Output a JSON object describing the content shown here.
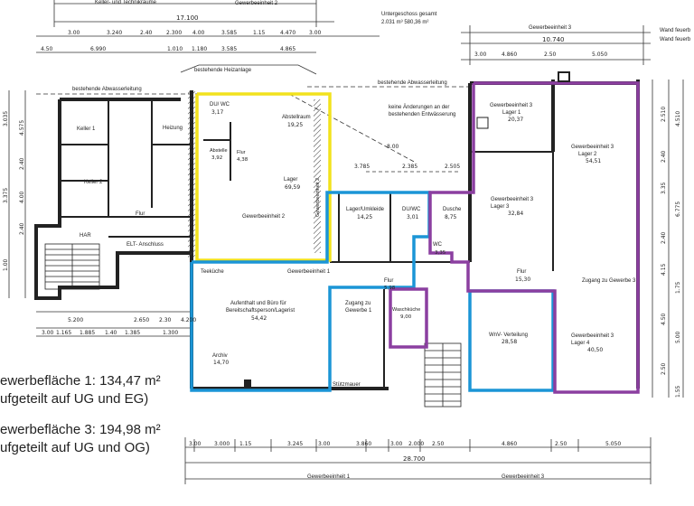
{
  "top": {
    "header_keller": "Keller- und Technikräume",
    "header_gewerbe2": "Gewerbeeinheit 2",
    "header_gewerbe3": "Gewerbeeinheit 3",
    "total_dim": "17.100",
    "ug_total_title": "Untergeschoss gesamt",
    "ug_total_value": "2.031 m³    580,36 m²",
    "wand_label_1": "Wand feuerb",
    "wand_label_2": "Wand feuerb",
    "dim_g3_total": "10.740",
    "dims_row1": [
      "3.00",
      "3.240",
      "2.40",
      "2.300",
      "4.00",
      "3.585",
      "1.15",
      "4.470",
      "3.00"
    ],
    "dims_row2": [
      "4.50",
      "6.990",
      "1.010",
      "1.180",
      "3.585",
      "4.865"
    ],
    "dims_right_top": [
      "3.00",
      "4.860",
      "2.50",
      "5.050"
    ]
  },
  "annotations": {
    "heizanlage": "bestehende Heizanlage",
    "abwasser_1": "bestehende Abwasserleitung",
    "abwasser_2": "bestehende Abwasserleitung",
    "aenderungen_1": "keine Änderungen  an der",
    "aenderungen_2": "bestehenden Entwässerung",
    "stuetzmauer": "Stützmauer",
    "gewerbe1_line": "Gewerbeeinheit 1",
    "teekueche": "Teeküche"
  },
  "rooms": {
    "keller1": "Keller 1",
    "keller2": "Keller 2",
    "heizung": "Heizung",
    "flur_left": "Flur",
    "elt": "ELT- Anschluss",
    "hair": "HAR",
    "du_wc": "DU/ WC",
    "du_wc_area": "3,17",
    "abstellraum": "Abstellraum",
    "abstellraum_area": "19,25",
    "abstelle": "Abstelle",
    "abstelle_area": "3,92",
    "flur_small": "Flur",
    "flur_small_area": "4,38",
    "lager": "Lager",
    "lager_area": "69,59",
    "gewerbe2": "Gewerbeeinheit 2",
    "gewerbe2_vertical": "Gewerbeeinheit 2",
    "lager_umkleide": "Lager/Umkleide",
    "lager_umkleide_area": "14,25",
    "du_wc2": "DU/WC",
    "du_wc2_area": "3,01",
    "dusche": "Dusche",
    "dusche_area": "8,75",
    "wc": "WC",
    "wc_area": "3,35",
    "flur_mid": "Flur",
    "flur_mid_area": "5,98",
    "aufenthalt_1": "Aufenthalt und Büro für",
    "aufenthalt_2": "Bereitschaftsperson/Lagerist",
    "aufenthalt_area": "54,42",
    "archiv": "Archiv",
    "archiv_area": "14,70",
    "zugang1_a": "Zugang zu",
    "zugang1_b": "Gewerbe 1",
    "waschkueche": "Waschküche",
    "waschkueche_area": "9,00",
    "g3_lager1_a": "Gewerbeeinheit 3",
    "g3_lager1_b": "Lager 1",
    "g3_lager1_area": "20,37",
    "g3_lager2_a": "Gewerbeeinheit 3",
    "g3_lager2_b": "Lager 2",
    "g3_lager2_area": "54,51",
    "g3_lager3_a": "Gewerbeeinheit 3",
    "g3_lager3_b": "Lager 3",
    "g3_lager3_area": "32,84",
    "flur_right": "Flur",
    "flur_right_area": "15,30",
    "zugang3": "Zugang zu Gewerbe 3",
    "wnv": "WnV- Verteilung",
    "wnv_area": "28,58",
    "g3_lager4_a": "Gewerbeeinheit 3",
    "g3_lager4_b": "Lager 4",
    "g3_lager4_area": "40,50"
  },
  "left_dims": {
    "top": [
      "3.035",
      "4.575",
      "2.40",
      "3.375",
      "4.00",
      "2.40",
      "1.00"
    ],
    "bottom_row1": [
      "5.200",
      "2.650",
      "2.30",
      "4.200"
    ],
    "bottom_row2": [
      "3.00",
      "1.165",
      "1.885",
      "1.40",
      "1.385",
      "1.300"
    ]
  },
  "bottom": {
    "dims_row": [
      "3.00",
      "3.000",
      "1.15",
      "3.245",
      "3.00",
      "3.860",
      "3.00",
      "2.000",
      "2.50",
      "4.860",
      "2.50",
      "5.050"
    ],
    "total": "28.700",
    "label_g1": "Gewerbeeinheit 1",
    "label_g3": "Gewerbeeinheit 3"
  },
  "right_dims": [
    "2.510",
    "4.510",
    "2.40",
    "3.35",
    "6.775",
    "2.40",
    "4.15",
    "1.75",
    "4.50",
    "5.00",
    "2.50",
    "1.55"
  ],
  "legend": {
    "line1": "ewerbefläche 1: 134,47 m²",
    "line2": "ufgeteilt auf UG und EG)",
    "line3": "ewerbefläche 3: 194,98 m²",
    "line4": "ufgeteilt auf UG und OG)"
  },
  "colors": {
    "ink": "#222222",
    "gewerbe1_blue": "#1b95d6",
    "gewerbe2_yellow": "#f2e21d",
    "gewerbe3_purple": "#8b3fa0"
  }
}
